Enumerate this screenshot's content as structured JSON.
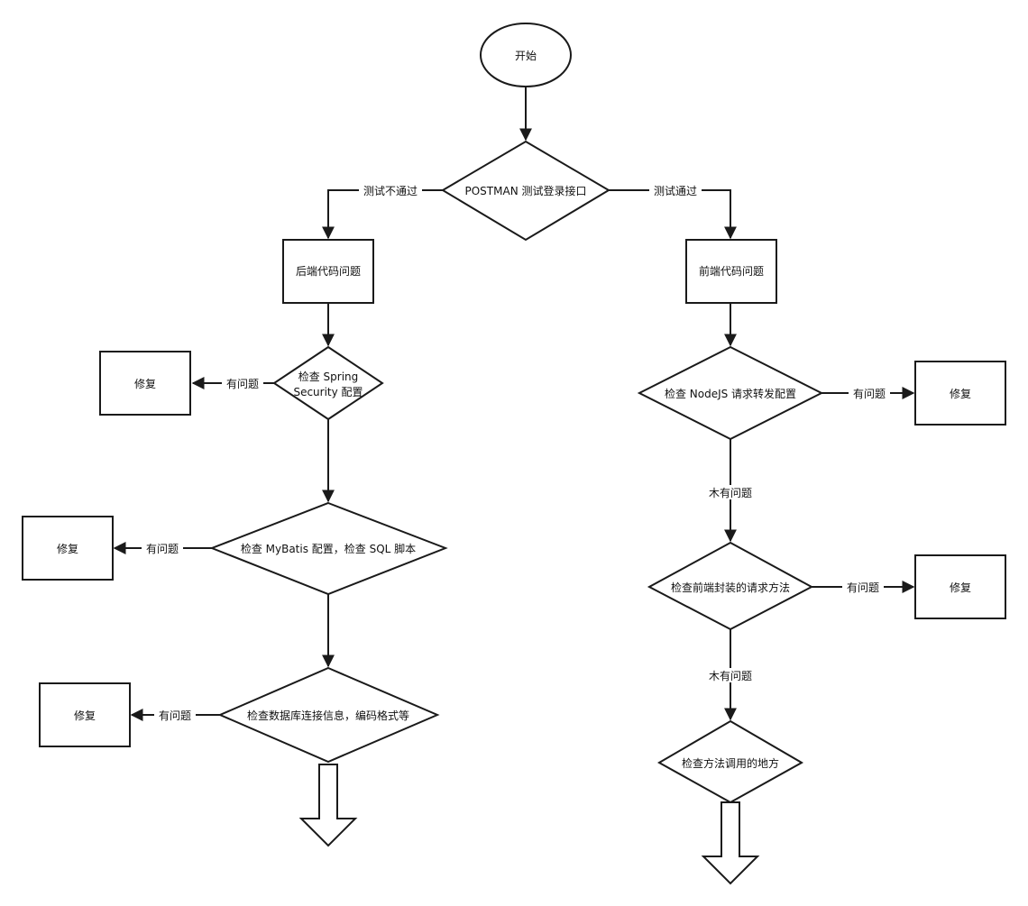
{
  "nodes": {
    "start": "开始",
    "postman": "POSTMAN 测试登录接口",
    "backend": "后端代码问题",
    "frontend": "前端代码问题",
    "spring_1": "检查 Spring",
    "spring_2": "Security 配置",
    "mybatis": "检查 MyBatis 配置，检查 SQL 脚本",
    "database": "检查数据库连接信息，编码格式等",
    "nodejs": "检查 NodeJS 请求转发配置",
    "wrapped": "检查前端封装的请求方法",
    "callsite": "检查方法调用的地方",
    "fix": "修复"
  },
  "edges": {
    "test_fail": "测试不通过",
    "test_pass": "测试通过",
    "has_issue": "有问题",
    "no_issue": "木有问题"
  }
}
